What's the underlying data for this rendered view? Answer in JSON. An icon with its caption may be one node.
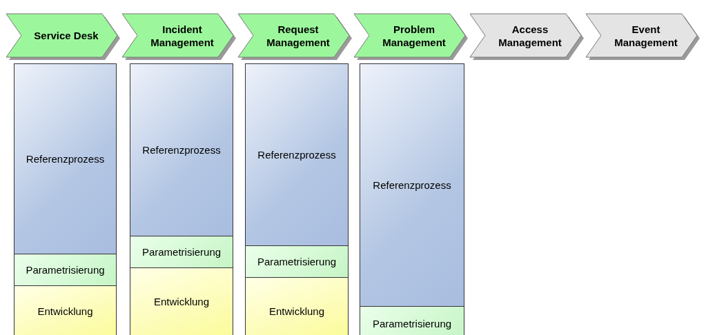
{
  "diagram": {
    "nodes": [
      {
        "text": [
          "Service Desk"
        ]
      },
      {
        "text": [
          "Incident Management"
        ]
      },
      {
        "text": [
          "Request Management"
        ]
      },
      {
        "text": [
          "Problem Management"
        ]
      },
      {
        "text": [
          "Access Management"
        ]
      },
      {
        "text": [
          "Event Management"
        ]
      },
      {
        "text": [
          "Referenzprozess"
        ]
      },
      {
        "text": [
          "Parametrisierung"
        ]
      },
      {
        "text": [
          "Entwicklung"
        ]
      },
      {
        "text": [
          "Referenzprozess"
        ]
      },
      {
        "text": [
          "Parametrisierung"
        ]
      },
      {
        "text": [
          "Entwicklung"
        ]
      },
      {
        "text": [
          "Referenzprozess"
        ]
      },
      {
        "text": [
          "Parametrisierung"
        ]
      },
      {
        "text": [
          "Entwicklung"
        ]
      },
      {
        "text": [
          "Referenzprozess"
        ]
      },
      {
        "text": [
          "Parametrisierung"
        ]
      }
    ],
    "edges": []
  }
}
